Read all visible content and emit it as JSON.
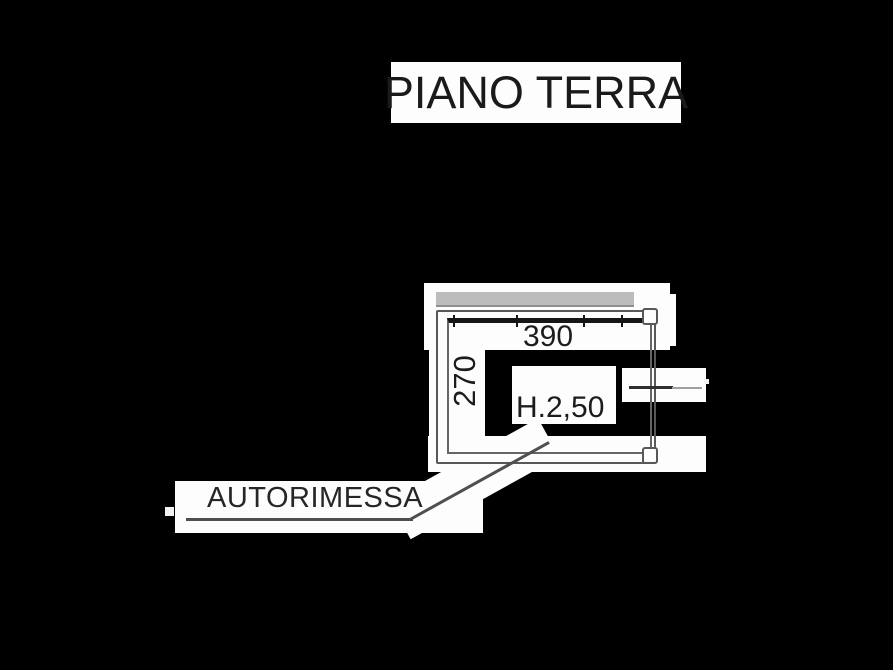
{
  "title": {
    "text": "PIANO TERRA"
  },
  "plan": {
    "room_label": "AUTORIMESSA",
    "width_dim": "390",
    "depth_dim": "270",
    "ceiling_height": "H.2,50"
  },
  "colors": {
    "background": "#000000",
    "paper": "#fdfdfd",
    "ink": "#1c1c1c",
    "wall_line": "#585858",
    "wall_fill": "#bcbcbc",
    "leader_line": "#4f4f4f"
  }
}
